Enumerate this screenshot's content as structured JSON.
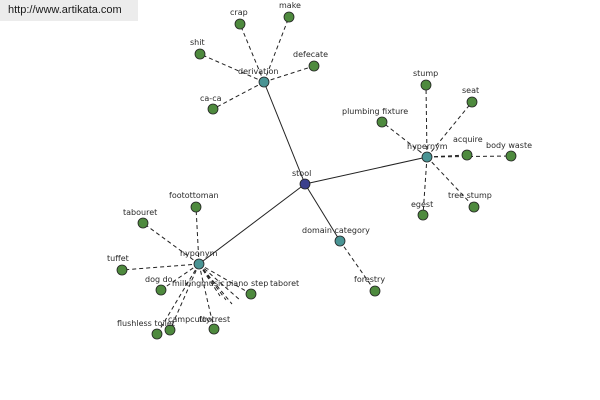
{
  "banner": {
    "url": "http://www.artikata.com"
  },
  "colors": {
    "root": "#3b3f8c",
    "hub": "#4a9494",
    "leaf": "#4e8a3e",
    "edge": "#222222"
  },
  "graph": {
    "root": "stool",
    "hubs": [
      "derivation",
      "hypernym",
      "domain category",
      "hyponym"
    ],
    "nodes": [
      {
        "id": "stool",
        "type": "root"
      },
      {
        "id": "derivation",
        "type": "hub"
      },
      {
        "id": "crap",
        "type": "leaf"
      },
      {
        "id": "make",
        "type": "leaf"
      },
      {
        "id": "shit",
        "type": "leaf"
      },
      {
        "id": "defecate",
        "type": "leaf"
      },
      {
        "id": "ca-ca",
        "type": "leaf"
      },
      {
        "id": "hypernym",
        "type": "hub"
      },
      {
        "id": "stump",
        "type": "leaf"
      },
      {
        "id": "seat",
        "type": "leaf"
      },
      {
        "id": "plumbing fixture",
        "type": "leaf"
      },
      {
        "id": "acquire",
        "type": "leaf"
      },
      {
        "id": "body waste",
        "type": "leaf"
      },
      {
        "id": "egest",
        "type": "leaf"
      },
      {
        "id": "tree stump",
        "type": "leaf"
      },
      {
        "id": "domain category",
        "type": "hub"
      },
      {
        "id": "forestry",
        "type": "leaf"
      },
      {
        "id": "hyponym",
        "type": "hub"
      },
      {
        "id": "footottoman",
        "type": "leaf"
      },
      {
        "id": "tabouret",
        "type": "leaf"
      },
      {
        "id": "tuffet",
        "type": "leaf"
      },
      {
        "id": "dog do",
        "type": "leaf"
      },
      {
        "id": "milking stool",
        "type": "leaf"
      },
      {
        "id": "music stool",
        "type": "leaf"
      },
      {
        "id": "piano stool",
        "type": "leaf"
      },
      {
        "id": "step stool",
        "type": "leaf"
      },
      {
        "id": "taboret",
        "type": "leaf"
      },
      {
        "id": "campcutty",
        "type": "leaf"
      },
      {
        "id": "footrest",
        "type": "leaf"
      },
      {
        "id": "flushless toilet",
        "type": "leaf"
      }
    ],
    "edges": [
      {
        "from": "stool",
        "to": "derivation",
        "style": "solid"
      },
      {
        "from": "stool",
        "to": "hypernym",
        "style": "solid"
      },
      {
        "from": "stool",
        "to": "domain category",
        "style": "solid"
      },
      {
        "from": "stool",
        "to": "hyponym",
        "style": "solid"
      },
      {
        "from": "derivation",
        "to": "crap",
        "style": "dashed"
      },
      {
        "from": "derivation",
        "to": "make",
        "style": "dashed"
      },
      {
        "from": "derivation",
        "to": "shit",
        "style": "dashed"
      },
      {
        "from": "derivation",
        "to": "defecate",
        "style": "dashed"
      },
      {
        "from": "derivation",
        "to": "ca-ca",
        "style": "dashed"
      },
      {
        "from": "hypernym",
        "to": "stump",
        "style": "dashed"
      },
      {
        "from": "hypernym",
        "to": "seat",
        "style": "dashed"
      },
      {
        "from": "hypernym",
        "to": "plumbing fixture",
        "style": "dashed"
      },
      {
        "from": "hypernym",
        "to": "acquire",
        "style": "dashed"
      },
      {
        "from": "hypernym",
        "to": "body waste",
        "style": "dashed"
      },
      {
        "from": "hypernym",
        "to": "egest",
        "style": "dashed"
      },
      {
        "from": "hypernym",
        "to": "tree stump",
        "style": "dashed"
      },
      {
        "from": "domain category",
        "to": "forestry",
        "style": "dashed"
      },
      {
        "from": "hyponym",
        "to": "footottoman",
        "style": "dashed"
      },
      {
        "from": "hyponym",
        "to": "tabouret",
        "style": "dashed"
      },
      {
        "from": "hyponym",
        "to": "tuffet",
        "style": "dashed"
      },
      {
        "from": "hyponym",
        "to": "dog do",
        "style": "dashed"
      },
      {
        "from": "hyponym",
        "to": "milking stool",
        "style": "dashed"
      },
      {
        "from": "hyponym",
        "to": "music stool",
        "style": "dashed"
      },
      {
        "from": "hyponym",
        "to": "piano stool",
        "style": "dashed"
      },
      {
        "from": "hyponym",
        "to": "step stool",
        "style": "dashed"
      },
      {
        "from": "hyponym",
        "to": "taboret",
        "style": "dashed"
      },
      {
        "from": "hyponym",
        "to": "campcutty",
        "style": "dashed"
      },
      {
        "from": "hyponym",
        "to": "footrest",
        "style": "dashed"
      },
      {
        "from": "hyponym",
        "to": "flushless toilet",
        "style": "dashed"
      }
    ]
  }
}
